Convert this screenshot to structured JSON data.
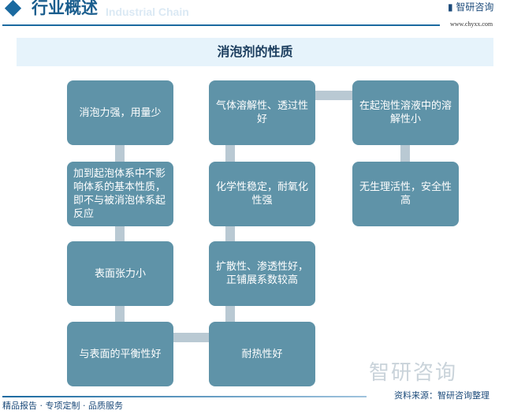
{
  "header": {
    "title": "行业概述",
    "ghost_text": "Industrial Chain",
    "logo": "智研咨询",
    "url": "www.chyxx.com"
  },
  "diagram": {
    "title": "消泡剂的性质",
    "col1": [
      "消泡力强，用量少",
      "加到起泡体系中不影响体系的基本性质，即不与被消泡体系起反应",
      "表面张力小",
      "与表面的平衡性好"
    ],
    "col2": [
      "气体溶解性、透过性好",
      "化学性稳定，耐氧化性强",
      "扩散性、渗透性好，正铺展系数较高",
      "耐热性好"
    ],
    "col3": [
      "在起泡性溶液中的溶解性小",
      "无生理活性，安全性高"
    ]
  },
  "footer": {
    "tagline": "精品报告 · 专项定制 · 品质服务",
    "source": "资料来源：智研咨询整理",
    "watermark": "智研咨询"
  }
}
